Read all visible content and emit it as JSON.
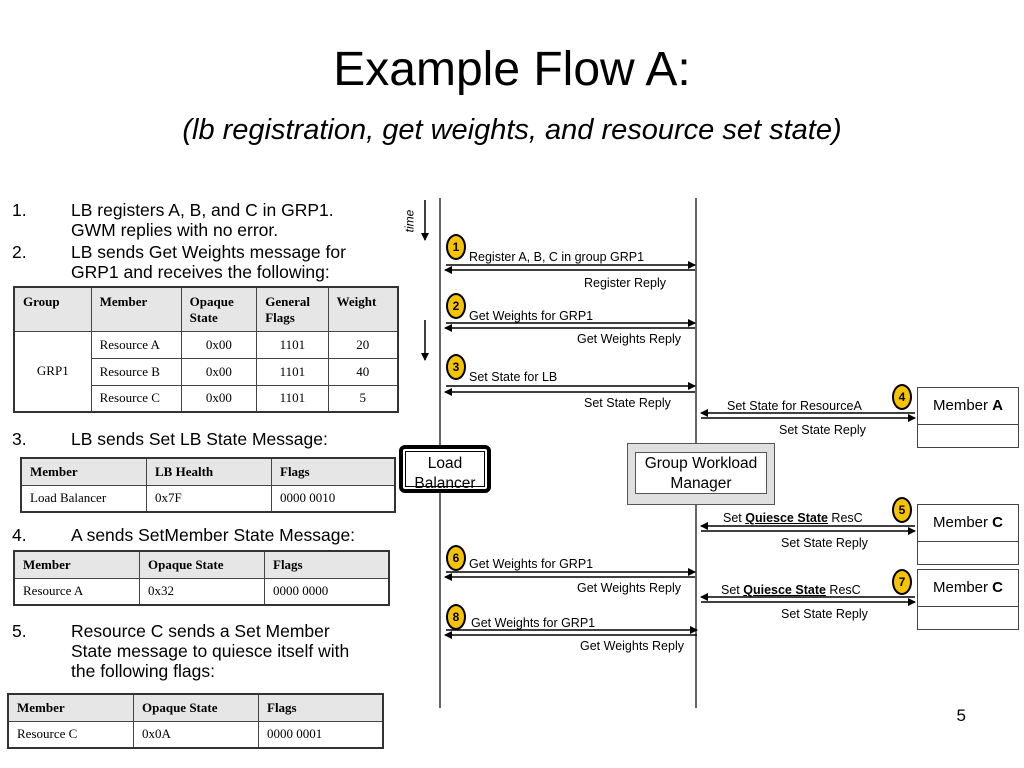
{
  "slide": {
    "title": "Example Flow A:",
    "subtitle": "(lb registration, get weights, and resource set state)",
    "number": "5"
  },
  "steps": [
    {
      "num": "1.",
      "text_l1": "LB registers A, B, and C in GRP1.",
      "text_l2": "GWM replies with no error."
    },
    {
      "num": "2.",
      "text_l1": "LB sends Get Weights message for",
      "text_l2": "GRP1 and receives the following:"
    },
    {
      "num": "3.",
      "text_l1": "LB sends Set LB State Message:"
    },
    {
      "num": "4.",
      "text_l1": "A sends SetMember State Message:"
    },
    {
      "num": "5.",
      "text_l1": "Resource C sends a Set Member",
      "text_l2": "State message to quiesce itself with",
      "text_l3": "the following flags:"
    }
  ],
  "table_weights": {
    "headers": [
      "Group",
      "Member",
      "Opaque State",
      "General Flags",
      "Weight"
    ],
    "header_l1": [
      "Group",
      "Member",
      "Opaque",
      "General",
      "Weight"
    ],
    "header_l2": [
      "",
      "",
      "State",
      "Flags",
      ""
    ],
    "group": "GRP1",
    "rows": [
      [
        "Resource A",
        "0x00",
        "1101",
        "20"
      ],
      [
        "Resource B",
        "0x00",
        "1101",
        "40"
      ],
      [
        "Resource C",
        "0x00",
        "1101",
        "5"
      ]
    ]
  },
  "table_lb_state": {
    "headers": [
      "Member",
      "LB Health",
      "Flags"
    ],
    "rows": [
      [
        "Load Balancer",
        "0x7F",
        "0000 0010"
      ]
    ]
  },
  "table_member_state": {
    "headers": [
      "Member",
      "Opaque State",
      "Flags"
    ],
    "rows": [
      [
        "Resource A",
        "0x32",
        "0000 0000"
      ]
    ]
  },
  "table_quiesce": {
    "headers": [
      "Member",
      "Opaque State",
      "Flags"
    ],
    "rows": [
      [
        "Resource C",
        "0x0A",
        "0000 0001"
      ]
    ]
  },
  "diagram": {
    "time_label": "time",
    "load_balancer_l1": "Load",
    "load_balancer_l2": "Balancer",
    "gwm_l1": "Group Workload",
    "gwm_l2": "Manager",
    "members": [
      {
        "prefix": "Member ",
        "letter": "A"
      },
      {
        "prefix": "Member ",
        "letter": "C"
      },
      {
        "prefix": "Member ",
        "letter": "C"
      }
    ],
    "badges": [
      "1",
      "2",
      "3",
      "4",
      "5",
      "6",
      "7",
      "8"
    ],
    "msg_register": "Register A, B, C in group GRP1",
    "msg_register_reply": "Register Reply",
    "msg_getweights": "Get Weights for GRP1",
    "msg_getweights_reply": "Get Weights Reply",
    "msg_setstate_lb": "Set State for LB",
    "msg_setstate_reply": "Set State Reply",
    "msg_setstate_resA": "Set State for ResourceA",
    "msg_set": "Set ",
    "msg_quiesce_state": "Quiesce State",
    "msg_resc": " ResC",
    "colors": {
      "badge": "#f6c300",
      "gwm_bg": "#e0e0e0"
    }
  }
}
